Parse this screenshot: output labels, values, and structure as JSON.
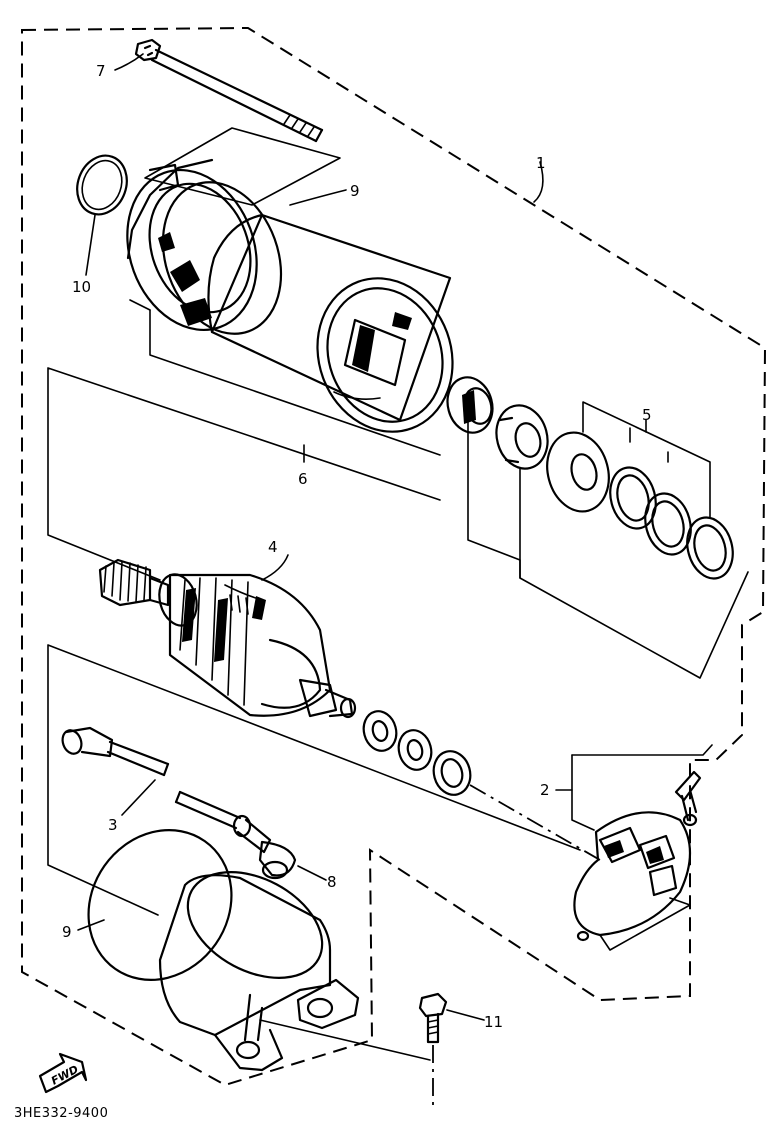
{
  "callouts": {
    "c1": "1",
    "c2": "2",
    "c3": "3",
    "c4": "4",
    "c5": "5",
    "c6": "6",
    "c7": "7",
    "c8": "8",
    "c9_top": "9",
    "c9_bottom": "9",
    "c10": "10",
    "c11": "11"
  },
  "fwd_label": "FWD",
  "figure_code": "3HE332-9400"
}
